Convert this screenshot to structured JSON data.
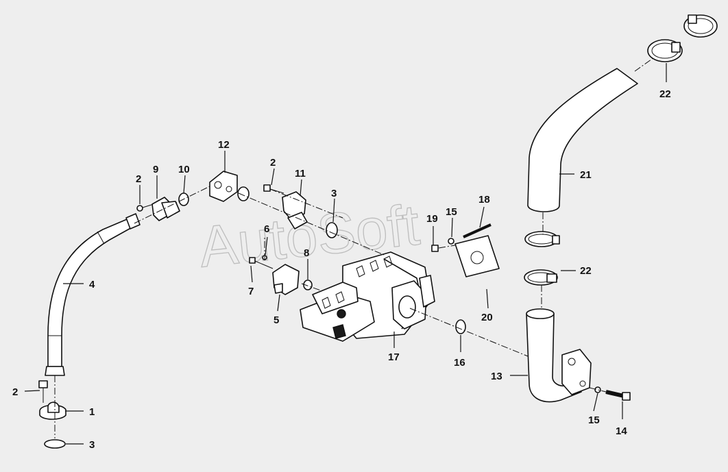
{
  "watermark": "AutoSoft",
  "callouts": {
    "c1": "1",
    "c2a": "2",
    "c2b": "2",
    "c2c": "2",
    "c3a": "3",
    "c3b": "3",
    "c4": "4",
    "c5": "5",
    "c6": "6",
    "c7": "7",
    "c8": "8",
    "c9": "9",
    "c10": "10",
    "c11": "11",
    "c12": "12",
    "c13": "13",
    "c14": "14",
    "c15a": "15",
    "c15b": "15",
    "c16": "16",
    "c17": "17",
    "c18": "18",
    "c19": "19",
    "c20": "20",
    "c21": "21",
    "c22a": "22",
    "c22b": "22"
  }
}
